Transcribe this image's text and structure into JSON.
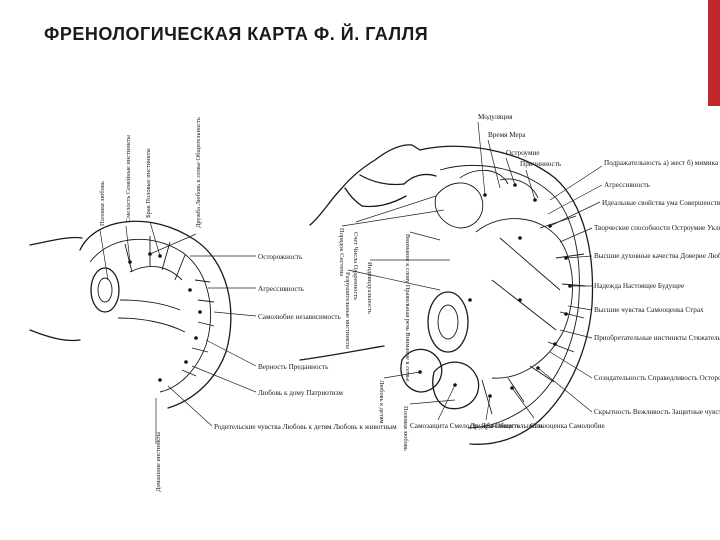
{
  "title": "ФРЕНОЛОГИЧЕСКАЯ КАРТА Ф. Й. ГАЛЛЯ",
  "colors": {
    "accent": "#c0272d",
    "ink": "#1a1a1a",
    "background": "#ffffff"
  },
  "left_figure": {
    "top_vertical_labels": [
      "Дружба Любовь к семье Общительность",
      "Смелость Семейные инстинкты",
      "Брак Половые инстинкты",
      "Половая любовь"
    ],
    "right_labels": [
      "Осторожность",
      "Агрессивность",
      "Самолюбие независимость",
      "Верность Преданность",
      "Любовь к дому Патриотизм",
      "Родительские чувства Любовь к детям Любовь к животным"
    ],
    "bottom_vertical_label": "Домашние инстинкты"
  },
  "right_figure": {
    "top_labels": [
      "Модуляция",
      "Время Мера",
      "Остроумие",
      "Причинность"
    ],
    "right_labels": [
      "Подражательность а) жест б) мимика",
      "Агрессивность",
      "Идеальные свойства ума Совершенствование Увлеченность",
      "Творческие способности Остроумие Уклонение",
      "Высшие духовные качества Доверие Любознательность",
      "Надежда Настоящее Будущее",
      "Высшие чувства Самооценка Страх",
      "Приобретательные инстинкты Стяжательство Бережливость Запасливость",
      "Созидательность Справедливость Осторожность Скромность Скрытность",
      "Скрытность Вежливость Защитные чувства"
    ],
    "bottom_labels": [
      "Самозащита Смелость Драчливость",
      "Дружба Общительность",
      "Самооценка Самолюбие"
    ],
    "vertical_labels": [
      "Счет Числа Одаренность",
      "Порядок Система",
      "Внимание к слову Правильная речь Внимание к семье",
      "Индивидуальность",
      "Разрушительные инстинкты",
      "Любовь к детям",
      "Половая любовь"
    ]
  }
}
